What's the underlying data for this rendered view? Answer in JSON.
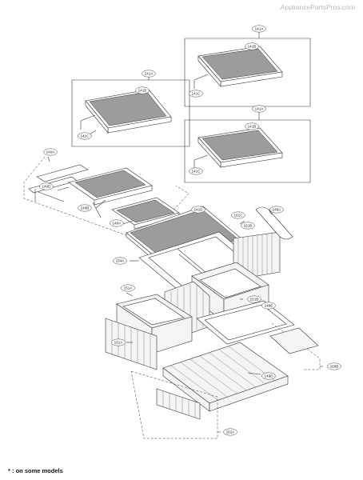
{
  "watermark": "AppliancePartsPros.com",
  "footnote": "* : on some models",
  "callouts": [
    {
      "id": "141A",
      "label": "141A"
    },
    {
      "id": "141B",
      "label": "141B"
    },
    {
      "id": "141C",
      "label": "141C"
    },
    {
      "id": "140A",
      "label": "140A"
    },
    {
      "id": "140D",
      "label": "140D"
    },
    {
      "id": "140B",
      "label": "140B"
    },
    {
      "id": "140A",
      "label": "140A"
    },
    {
      "id": "141D",
      "label": "141D"
    },
    {
      "id": "161C",
      "label": "161C"
    },
    {
      "id": "161B",
      "label": "161B"
    },
    {
      "id": "146A",
      "label": "146A"
    },
    {
      "id": "154A",
      "label": "154A"
    },
    {
      "id": "151A",
      "label": "151A"
    },
    {
      "id": "151B",
      "label": "151B"
    },
    {
      "id": "149E",
      "label": "149E"
    },
    {
      "id": "161A",
      "label": "161A"
    },
    {
      "id": "149D",
      "label": "149D"
    },
    {
      "id": "160B",
      "label": "160B"
    },
    {
      "id": "162A",
      "label": "162A"
    }
  ]
}
